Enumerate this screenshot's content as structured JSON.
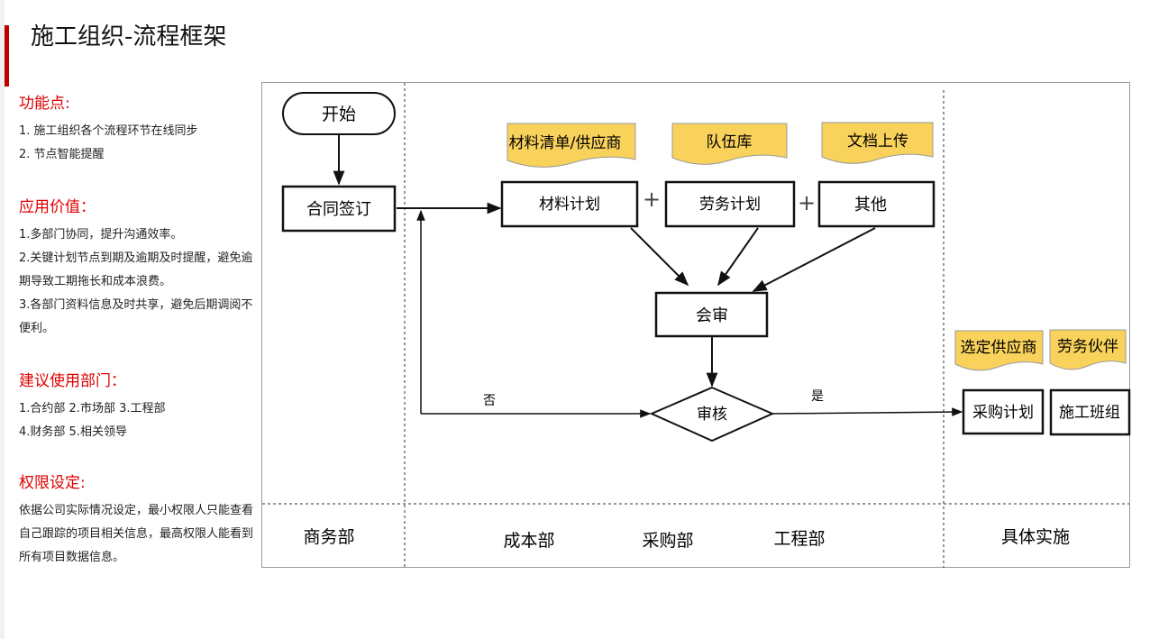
{
  "page_title": "施工组织-流程框架",
  "sidebar": {
    "features": {
      "heading": "功能点:",
      "items": [
        "1. 施工组织各个流程环节在线同步",
        "2. 节点智能提醒"
      ]
    },
    "value": {
      "heading": "应用价值：",
      "items": [
        "1.多部门协同，提升沟通效率。",
        "2.关键计划节点到期及逾期及时提醒，避免逾期导致工期拖长和成本浪费。",
        "3.各部门资料信息及时共享，避免后期调阅不便利。"
      ]
    },
    "departments": {
      "heading": "建议使用部门：",
      "items": [
        "1.合约部 2.市场部 3.工程部",
        "4.财务部 5.相关领导"
      ]
    },
    "permissions": {
      "heading": "权限设定:",
      "text": "依据公司实际情况设定，最小权限人只能查看自己跟踪的项目相关信息，最高权限人能看到所有项目数据信息。"
    }
  },
  "flow": {
    "start": "开始",
    "contract": "合同签订",
    "doc_materials": "材料清单/供应商",
    "doc_team": "队伍库",
    "doc_upload": "文档上传",
    "material_plan": "材料计划",
    "labor_plan": "劳务计划",
    "other": "其他",
    "plus": "+",
    "joint_review": "会审",
    "audit": "审核",
    "no": "否",
    "yes": "是",
    "doc_supplier": "选定供应商",
    "doc_partner": "劳务伙伴",
    "purchase_plan": "采购计划",
    "construction_team": "施工班组"
  },
  "lanes": {
    "business": "商务部",
    "cost": "成本部",
    "purchase": "采购部",
    "engineering": "工程部",
    "implementation": "具体实施"
  },
  "colors": {
    "accent": "#c00000",
    "heading_red": "#e00000",
    "document_yellow": "#f9d25b"
  }
}
